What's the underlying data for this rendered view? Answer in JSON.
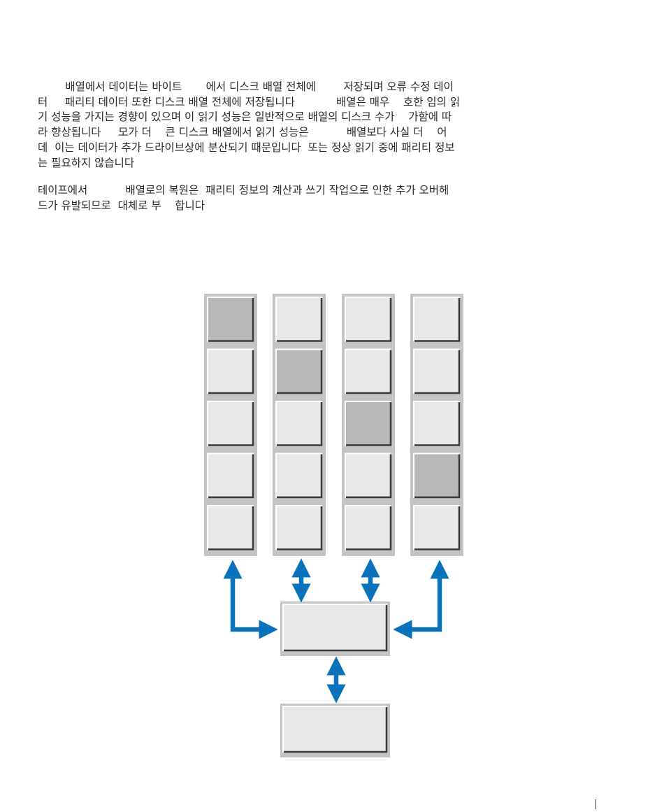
{
  "paragraphs": [
    {
      "lines": [
        "        배열에서 데이터는 바이트       에서 디스크 배열 전체에        저장되며 오류 수정 데이",
        "터     패리티 데이터 또한 디스크 배열 전체에 저장됩니다            배열은 매우    호한 임의 읽",
        "기 성능을 가지는 경향이 있으며 이 읽기 성능은 일반적으로 배열의 디스크 수가    가함에 따",
        "라 향상됩니다     모가 더    큰 디스크 배열에서 읽기 성능은           배열보다 사실 더    어",
        "데  이는 데이터가 추가 드라이브상에 분산되기 때문입니다  또는 정상 읽기 중에 패리티 정보",
        "는 필요하지 않습니다"
      ]
    },
    {
      "lines": [
        "테이프에서           배열로의 복원은  패리티 정보의 계산과 쓰기 작업으로 인한 추가 오버헤",
        "드가 유발되므로  대체로 부    합니다"
      ]
    }
  ],
  "diagram": {
    "disk_count": 4,
    "stripe_count": 5,
    "parity_positions": [
      0,
      1,
      2,
      3
    ],
    "colors": {
      "block_fill": "#e8e8e8",
      "parity_fill": "#b8b8b8",
      "column_bg": "#c4c4c4",
      "arrow": "#0a72bb"
    }
  }
}
